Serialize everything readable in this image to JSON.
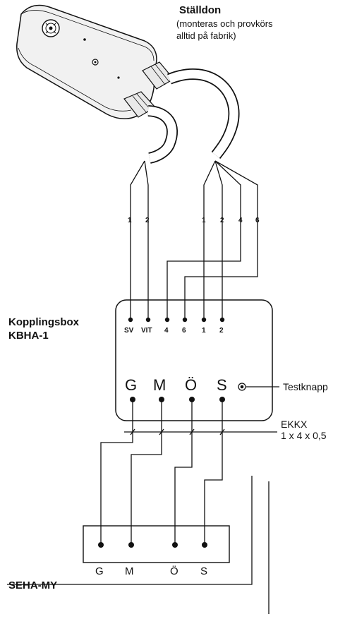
{
  "actuator": {
    "title": "Ställdon",
    "note_lines": [
      "(monteras och provkörs",
      "alltid på fabrik)"
    ]
  },
  "cable_labels_left": [
    "1",
    "2"
  ],
  "cable_labels_right": [
    "1",
    "2",
    "4",
    "6"
  ],
  "kbha": {
    "name_lines": [
      "Kopplingsbox",
      "KBHA-1"
    ],
    "top_terminals": [
      "SV",
      "VIT",
      "4",
      "6",
      "1",
      "2"
    ],
    "bottom_terminals": [
      "G",
      "M",
      "Ö",
      "S"
    ],
    "test_button_label": "Testknapp"
  },
  "cable": {
    "type_lines": [
      "EKKX",
      "1 x 4 x 0,5"
    ]
  },
  "seha": {
    "name": "SEHA-MY",
    "terminals": [
      "G",
      "M",
      "Ö",
      "S"
    ]
  }
}
